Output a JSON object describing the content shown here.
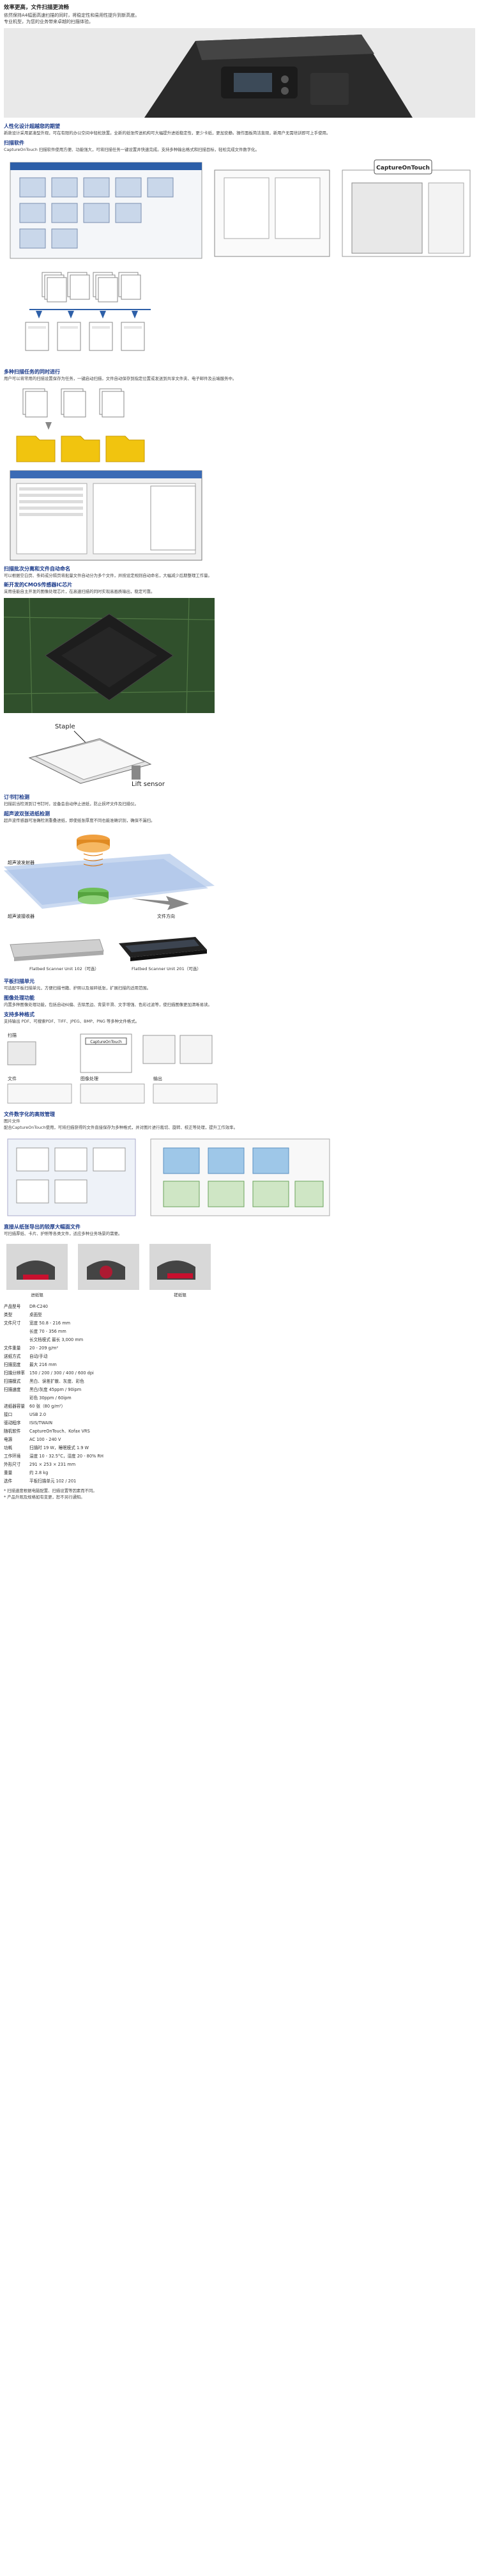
{
  "intro": {
    "title": "效率更高，文件扫描更流畅",
    "line1": "依然保持A4幅面高速扫描的同时，将稳定性和易用性提升到新高度。",
    "line2": "专业机型，为您的业务带来卓越的扫描体验。"
  },
  "s1": {
    "title": "人性化设计超越您的期望",
    "body": "新款设计采用紧凑型外观，可在有限的办公空间中轻松放置。全新的纸张传送机构可大幅提升进纸稳定性，更少卡纸，更加安静。操作面板简洁直观，新用户无需培训即可上手使用。"
  },
  "s2": {
    "title": "扫描软件",
    "logo": "CaptureOnTouch",
    "body": "CaptureOnTouch 扫描软件使用方便、功能强大，可将扫描任务一键设置并快速完成。支持多种输出格式和扫描目标，轻松完成文件数字化。"
  },
  "s3": {
    "title": "多种扫描任务的同时进行",
    "body": "用户可以将常用的扫描设置保存为任务，一键启动扫描，文件自动保存到指定位置或发送到共享文件夹、电子邮件及云端服务中。"
  },
  "s4": {
    "title": "扫描批次分离和文件自动命名",
    "body": "可以根据空白页、条码或分隔页将批量文件自动分为多个文件，并按设定规则自动命名，大幅减少后期整理工作量。"
  },
  "s5": {
    "title": "新开发的CMOS传感器IC芯片",
    "body": "采用佳能自主开发的图像处理芯片，在高速扫描的同时实现高画质输出，稳定可靠。"
  },
  "feed": {
    "staple_label": "Staple",
    "lift_label": "Lift sensor",
    "title": "订书钉检测",
    "body": "扫描前当检测到订书钉时，设备会自动停止进纸，防止损坏文件及扫描仪。"
  },
  "ultra": {
    "title": "超声波双张进纸检测",
    "body": "超声波传感器可准确检测重叠进纸，即使纸张厚度不同也能准确识别，确保不漏扫。",
    "label_top": "超声波发射器",
    "label_bottom": "超声波接收器",
    "label_right": "文件方向"
  },
  "flatbed": {
    "unit1": "Flatbed Scanner Unit 102（可选）",
    "unit2": "Flatbed Scanner Unit 201（可选）"
  },
  "s6": {
    "title": "平板扫描单元",
    "body": "可选配平板扫描单元，方便扫描书籍、护照以及易碎纸张，扩展扫描的适用范围。"
  },
  "s7": {
    "title": "图像处理功能",
    "body": "内置多种图像处理功能，包括自动纠偏、去除黑边、背景平滑、文字增强、色彩过滤等，使扫描图像更加清晰易读。"
  },
  "s8": {
    "title": "支持多种格式",
    "body": "支持输出 PDF、可搜索PDF、TIFF、JPEG、BMP、PNG 等多种文件格式。"
  },
  "diag": {
    "label1": "扫描",
    "label2": "文件",
    "label3": "图像处理",
    "label4": "输出",
    "logo": "CaptureOnTouch"
  },
  "s9": {
    "title": "文件数字化的高效管理",
    "subtitle": "图片文件",
    "body": "配合CaptureOnTouch使用，可将扫描获得的文件直接保存为多种格式，并对图片进行裁切、旋转、校正等处理，提升工作效率。"
  },
  "s10": {
    "title": "直接从纸张导出的较厚大幅面文件",
    "body": "可扫描厚纸、卡片、护照等各类文件，适应多种业务场景的需要。"
  },
  "rollers": {
    "label1": "进纸辊",
    "label2": "",
    "label3": "搓纸辊"
  },
  "specs": [
    {
      "k": "产品型号",
      "v": "DR-C240"
    },
    {
      "k": "类型",
      "v": "桌面型"
    },
    {
      "k": "文件尺寸",
      "v": "宽度 50.8 - 216 mm"
    },
    {
      "k": "",
      "v": "长度 70 - 356 mm"
    },
    {
      "k": "",
      "v": "长文档模式 最长 3,000 mm"
    },
    {
      "k": "文件重量",
      "v": "20 - 209 g/m²"
    },
    {
      "k": "送纸方式",
      "v": "自动/手动"
    },
    {
      "k": "扫描宽度",
      "v": "最大 216 mm"
    },
    {
      "k": "扫描分辨率",
      "v": "150 / 200 / 300 / 400 / 600 dpi"
    },
    {
      "k": "扫描模式",
      "v": "黑白、误差扩散、灰度、彩色"
    },
    {
      "k": "扫描速度",
      "v": "黑白/灰度 45ppm / 90ipm"
    },
    {
      "k": "",
      "v": "彩色 30ppm / 60ipm"
    },
    {
      "k": "进纸器容量",
      "v": "60 张（80 g/m²）"
    },
    {
      "k": "接口",
      "v": "USB 2.0"
    },
    {
      "k": "驱动程序",
      "v": "ISIS/TWAIN"
    },
    {
      "k": "随机软件",
      "v": "CaptureOnTouch、Kofax VRS"
    },
    {
      "k": "电源",
      "v": "AC 100 - 240 V"
    },
    {
      "k": "功耗",
      "v": "扫描时 19 W，睡眠模式 1.9 W"
    },
    {
      "k": "工作环境",
      "v": "温度 10 - 32.5°C，湿度 20 - 80% RH"
    },
    {
      "k": "外形尺寸",
      "v": "291 × 253 × 231 mm"
    },
    {
      "k": "重量",
      "v": "约 2.8 kg"
    },
    {
      "k": "选件",
      "v": "平板扫描单元 102 / 201"
    }
  ],
  "notes": [
    "* 扫描速度根据电脑配置、扫描设置等因素而不同。",
    "* 产品外观及规格如有变更，恕不另行通知。"
  ],
  "colors": {
    "accent": "#1a3a8a",
    "highlight": "#c8102e"
  }
}
